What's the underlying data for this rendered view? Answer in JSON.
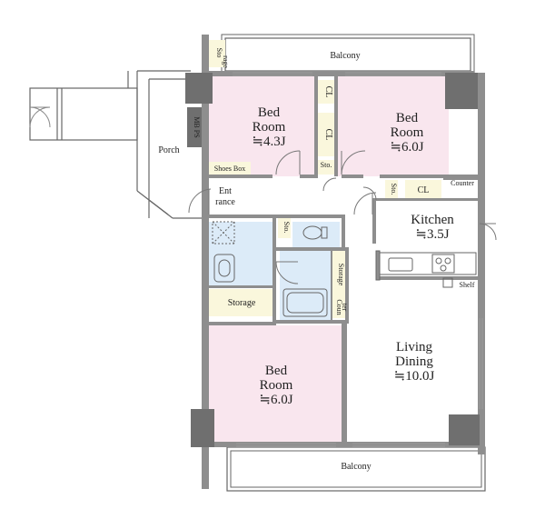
{
  "rooms": {
    "bed_room_1": {
      "name_line1": "Bed",
      "name_line2": "Room",
      "size": "≒4.3J"
    },
    "bed_room_2": {
      "name_line1": "Bed",
      "name_line2": "Room",
      "size": "≒6.0J"
    },
    "bed_room_3": {
      "name_line1": "Bed",
      "name_line2": "Room",
      "size": "≒6.0J"
    },
    "kitchen": {
      "name": "Kitchen",
      "size": "≒3.5J"
    },
    "living_dining": {
      "name_line1": "Living",
      "name_line2": "Dining",
      "size": "≒10.0J"
    }
  },
  "labels": {
    "balcony_top": "Balcony",
    "balcony_bottom": "Balcony",
    "porch": "Porch",
    "storage_top_line1": "Sto",
    "storage_top_line2": "rage",
    "mb_ps": "MB PS",
    "shoes_box": "Shoes Box",
    "entrance_line1": "Ent",
    "entrance_line2": "rance",
    "cl_1": "CL",
    "cl_2": "CL",
    "cl_3": "CL",
    "sto_1": "Sto.",
    "sto_2": "Sto.",
    "sto_3": "Sto.",
    "counter": "Counter",
    "storage_left": "Storage",
    "storage_vertical": "Storage",
    "counter_vertical_line1": "Coun",
    "counter_vertical_line2": "ter",
    "shelf": "Shelf"
  },
  "colors": {
    "bedroom_fill": "#f9e6ee",
    "wet_fill": "#dcebf8",
    "storage_fill": "#faf7dc",
    "wall": "#8e8e8e",
    "pillar": "#6f6f6f"
  }
}
